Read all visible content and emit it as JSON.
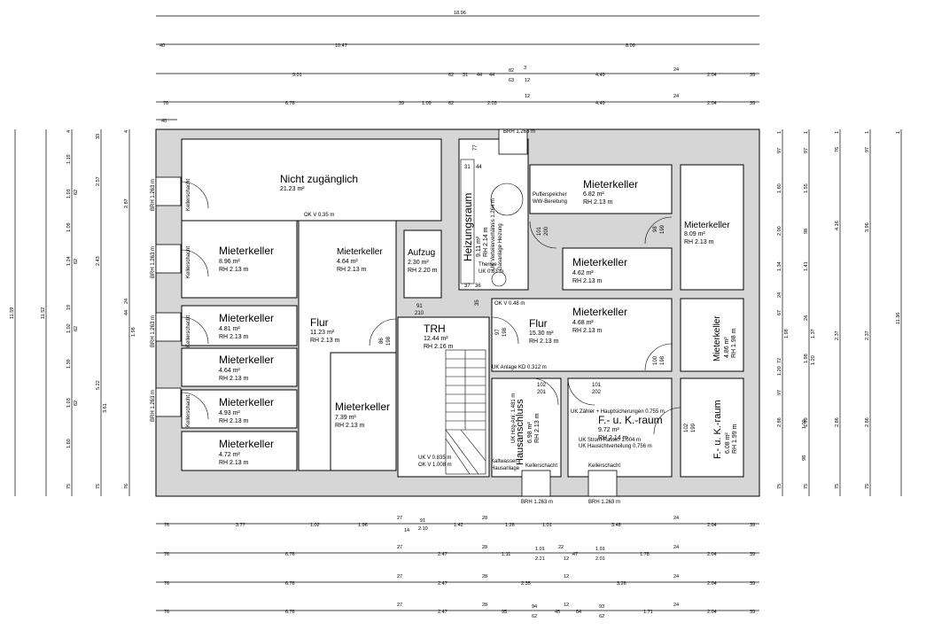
{
  "overall_width": "18.96",
  "top_dims": {
    "row1": [
      "40",
      "10.47",
      "8.09"
    ],
    "row2": [
      "9.01",
      "62",
      "31",
      "44",
      "44",
      "63",
      "82",
      "3",
      "12",
      "4.49",
      "24",
      "2.04",
      "39"
    ],
    "row3": [
      "76",
      "6.76",
      "39",
      "1.09",
      "62",
      "2.03",
      "12",
      "4.49",
      "24",
      "2.04",
      "39"
    ]
  },
  "bottom_dims": {
    "row1": [
      "76",
      "3.77",
      "1.02",
      "1.96",
      "27",
      "14",
      "91",
      "2.10",
      "28",
      "1.42",
      "1.26",
      "1.01",
      "3.48",
      "24",
      "2.04",
      "39"
    ],
    "row2": [
      "76",
      "6.76",
      "27",
      "2.47",
      "28",
      "1.11",
      "1.01",
      "2.21",
      "22",
      "12",
      "47",
      "1.01",
      "2.01",
      "1.78",
      "24",
      "2.04",
      "39"
    ],
    "row3": [
      "76",
      "6.76",
      "27",
      "2.47",
      "28",
      "2.35",
      "12",
      "3.26",
      "24",
      "2.04",
      "39"
    ],
    "row4": [
      "76",
      "6.76",
      "27",
      "2.47",
      "28",
      "95",
      "94",
      "62",
      "45",
      "12",
      "64",
      "93",
      "62",
      "1.71",
      "24",
      "2.04",
      "39"
    ]
  },
  "left_dims": {
    "total_a": "11.59",
    "total_b": "11.52",
    "c1": [
      "4",
      "1.19",
      "1.03",
      "62",
      "1.09",
      "1.24",
      "62",
      "19",
      "1.02",
      "62",
      "1.39",
      "1.03",
      "62",
      "1.60",
      "75"
    ],
    "c2": [
      "33",
      "2.57",
      "2.43",
      "5.22",
      "3.61",
      "75"
    ],
    "c3": [
      "4",
      "2.87",
      "24",
      "44",
      "1.98",
      "76"
    ]
  },
  "right_dims": {
    "total": "11.36",
    "c1": [
      "1",
      "97",
      "1.60",
      "2.00",
      "1.34",
      "24",
      "67",
      "1.98",
      "72",
      "1.20",
      "97",
      "2.86",
      "1.02",
      "98",
      "75"
    ],
    "c2": [
      "1",
      "97",
      "1.55",
      "98",
      "1.41",
      "24",
      "1.37",
      "1.98",
      "1.20",
      "1.99",
      "2.86",
      "75"
    ],
    "c3": [
      "1",
      "76",
      "4.16",
      "2.37",
      "2.86",
      "75"
    ],
    "c4": [
      "1",
      "97",
      "3.96",
      "2.37",
      "2.86",
      "75"
    ]
  },
  "rooms": [
    {
      "name": "Nicht zugänglich",
      "area": "21.23 m²",
      "rh": ""
    },
    {
      "name": "Mieterkeller",
      "area": "8.96 m²",
      "rh": "RH 2.13 m"
    },
    {
      "name": "Mieterkeller",
      "area": "4.64 m²",
      "rh": "RH 2.13 m"
    },
    {
      "name": "Aufzug",
      "area": "2.30 m²",
      "rh": "RH 2.20 m"
    },
    {
      "name": "Mieterkeller",
      "area": "4.81 m²",
      "rh": "RH 2.13 m"
    },
    {
      "name": "Mieterkeller",
      "area": "4.64 m²",
      "rh": "RH 2.13 m"
    },
    {
      "name": "Mieterkeller",
      "area": "4.93 m²",
      "rh": "RH 2.13 m"
    },
    {
      "name": "Mieterkeller",
      "area": "4.72 m²",
      "rh": "RH 2.13 m"
    },
    {
      "name": "Flur",
      "area": "11.23 m²",
      "rh": "RH 2.13 m"
    },
    {
      "name": "Mieterkeller",
      "area": "7.39 m²",
      "rh": "RH 2.13 m"
    },
    {
      "name": "TRH",
      "area": "12.44 m²",
      "rh": "RH 2.16 m"
    },
    {
      "name": "Heizungsraum",
      "area": "9.11 m²",
      "rh": "RH 2.14 m"
    },
    {
      "name": "Mieterkeller",
      "area": "6.82 m²",
      "rh": "RH 2.13 m"
    },
    {
      "name": "Mieterkeller",
      "area": "8.09 m²",
      "rh": "RH 2.13 m"
    },
    {
      "name": "Mieterkeller",
      "area": "4.62 m²",
      "rh": "RH 2.13 m"
    },
    {
      "name": "Mieterkeller",
      "area": "4.68 m²",
      "rh": "RH 2.13 m"
    },
    {
      "name": "Flur",
      "area": "15.30 m²",
      "rh": "RH 2.13 m"
    },
    {
      "name": "Mieterkeller",
      "area": "4.86 m²",
      "rh": "RH 1.98 m"
    },
    {
      "name": "Hausanschluss",
      "area": "6.98 m²",
      "rh": "RH 2.13 m"
    },
    {
      "name": "F.- u. K.-raum",
      "area": "9.72 m²",
      "rh": "RH 2.14 m"
    },
    {
      "name": "F.- u. K.-raum",
      "area": "6.08 m²",
      "rh": "RH 1.99 m"
    }
  ],
  "annotations": {
    "brh_top": "BRH 1.263 m",
    "brh_left": "BRH 1.263 m",
    "brh_bot1": "BRH 1.263 m",
    "brh_bot2": "BRH 1.263 m",
    "kellerschacht": "Kellerschacht",
    "ok_v_035": "OK V 0.35 m",
    "ok_v_048": "OK V 0.48 m",
    "puffer": "Pufferspeicher",
    "ww": "WW-Bereitung",
    "therme": "Therme",
    "uk063": "UK 0.63 m",
    "uk_heiz": "UK Verteilerverhältnis 1.264 m",
    "gas": "Gasanlage Heizung",
    "uk_anlage": "UK Anlage KD 0.312 m",
    "uk_zaehler": "UK Zähler + Hauptsicherungen 0.755 m",
    "uk_strom": "UK Strom-Kasten 1.004 m",
    "uk_haus": "UK Hausichtverteilung 0.756 m",
    "uk_v_0835": "UK V 0.835 m",
    "ok_v_1008": "OK V 1.008 m",
    "kaltwasser": "Kaltwasser-",
    "hausanlage": "Hausanlage",
    "uk_hzg": "UK Hzg-Anl. 1.481 m",
    "d_91_210": [
      "91",
      "210"
    ],
    "d_86_198": [
      "86",
      "198"
    ],
    "d_97_198": [
      "97",
      "198"
    ],
    "d_101_200": [
      "101",
      "200"
    ],
    "d_98_199": [
      "98",
      "199"
    ],
    "d_100_198": [
      "100",
      "198"
    ],
    "d_102_201": [
      "102",
      "201"
    ],
    "d_101_202": [
      "101",
      "202"
    ],
    "d_102_199": [
      "102",
      "199"
    ],
    "w77": "77",
    "w44": "44",
    "w31": "31",
    "w37": "37",
    "w36": "36",
    "w35": "35"
  }
}
